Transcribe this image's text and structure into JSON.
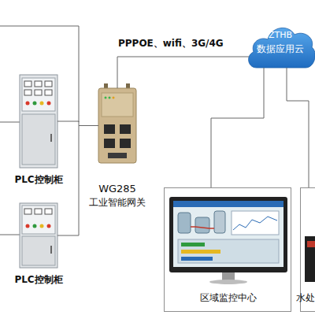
{
  "diagram": {
    "nodes": [
      {
        "text": [
          "PLC控制柜"
        ]
      },
      {
        "text": [
          "PLC控制柜"
        ]
      },
      {
        "text": [
          "WG285",
          "工业智能网关"
        ]
      },
      {
        "text": [
          "ZTHB",
          "数据应用云"
        ]
      },
      {
        "text": [
          "区域监控中心"
        ]
      },
      {
        "text": [
          "水处"
        ]
      }
    ],
    "edges": [
      {
        "from": 0,
        "to": 2,
        "arrow": "none"
      },
      {
        "from": 1,
        "to": 2,
        "arrow": "none"
      },
      {
        "from": 2,
        "to": 3,
        "arrow": "none",
        "label": "PPPOE、wifi、3G/4G"
      },
      {
        "from": 3,
        "to": 4,
        "arrow": "none"
      },
      {
        "from": 3,
        "to": 5,
        "arrow": "none"
      }
    ]
  }
}
